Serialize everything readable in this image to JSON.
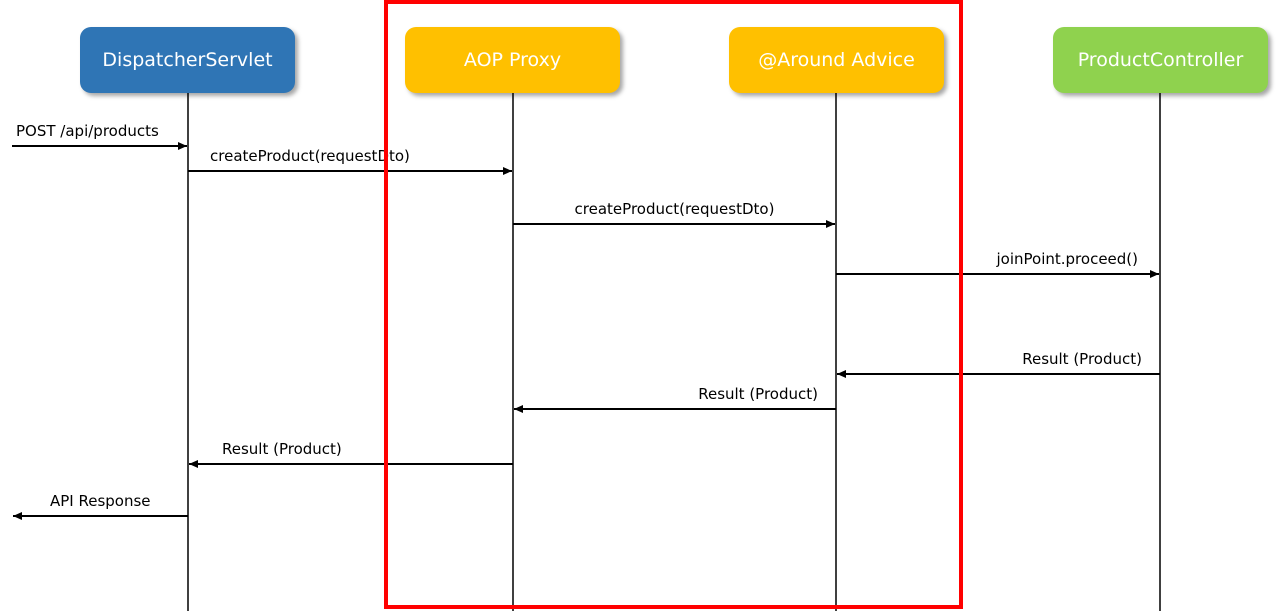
{
  "participants": [
    {
      "id": "dispatcher",
      "label": "DispatcherServlet",
      "color": "#2f75b5"
    },
    {
      "id": "proxy",
      "label": "AOP Proxy",
      "color": "#ffc000"
    },
    {
      "id": "advice",
      "label": "@Around Advice",
      "color": "#ffc000"
    },
    {
      "id": "controller",
      "label": "ProductController",
      "color": "#8fd24e"
    }
  ],
  "messages": [
    {
      "from": "external",
      "to": "dispatcher",
      "label": "POST /api/products"
    },
    {
      "from": "dispatcher",
      "to": "proxy",
      "label": "createProduct(requestDto)"
    },
    {
      "from": "proxy",
      "to": "advice",
      "label": "createProduct(requestDto)"
    },
    {
      "from": "advice",
      "to": "controller",
      "label": "joinPoint.proceed()"
    },
    {
      "from": "controller",
      "to": "advice",
      "label": "Result (Product)"
    },
    {
      "from": "advice",
      "to": "proxy",
      "label": "Result (Product)"
    },
    {
      "from": "proxy",
      "to": "dispatcher",
      "label": "Result (Product)"
    },
    {
      "from": "dispatcher",
      "to": "external",
      "label": "API Response"
    }
  ],
  "highlight": {
    "color": "#ff0000"
  }
}
